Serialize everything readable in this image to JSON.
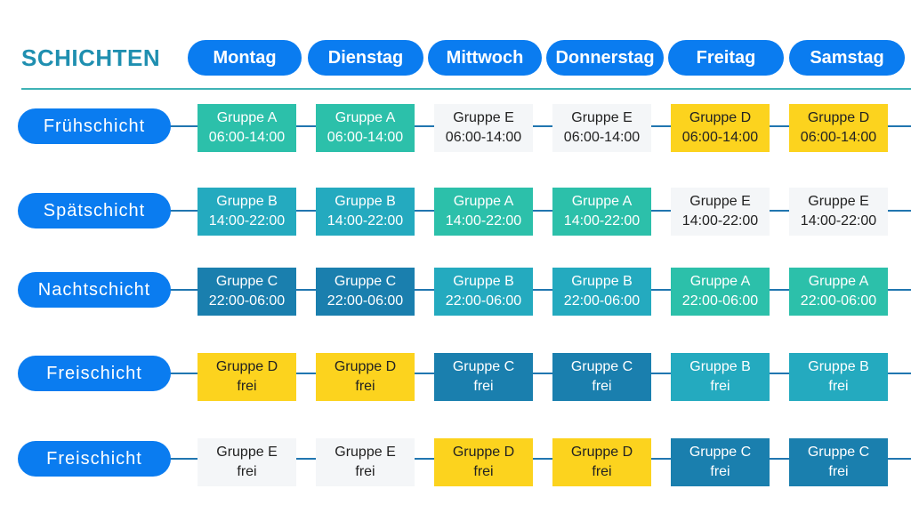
{
  "title": "SCHICHTEN",
  "days": [
    "Montag",
    "Dienstag",
    "Mittwoch",
    "Donnerstag",
    "Freitag",
    "Samstag"
  ],
  "rows": [
    {
      "label": "Frühschicht",
      "cells": [
        {
          "group": "Gruppe A",
          "time": "06:00-14:00"
        },
        {
          "group": "Gruppe A",
          "time": "06:00-14:00"
        },
        {
          "group": "Gruppe E",
          "time": "06:00-14:00"
        },
        {
          "group": "Gruppe E",
          "time": "06:00-14:00"
        },
        {
          "group": "Gruppe D",
          "time": "06:00-14:00"
        },
        {
          "group": "Gruppe D",
          "time": "06:00-14:00"
        }
      ]
    },
    {
      "label": "Spätschicht",
      "cells": [
        {
          "group": "Gruppe B",
          "time": "14:00-22:00"
        },
        {
          "group": "Gruppe B",
          "time": "14:00-22:00"
        },
        {
          "group": "Gruppe A",
          "time": "14:00-22:00"
        },
        {
          "group": "Gruppe A",
          "time": "14:00-22:00"
        },
        {
          "group": "Gruppe E",
          "time": "14:00-22:00"
        },
        {
          "group": "Gruppe E",
          "time": "14:00-22:00"
        }
      ]
    },
    {
      "label": "Nachtschicht",
      "cells": [
        {
          "group": "Gruppe C",
          "time": "22:00-06:00"
        },
        {
          "group": "Gruppe C",
          "time": "22:00-06:00"
        },
        {
          "group": "Gruppe B",
          "time": "22:00-06:00"
        },
        {
          "group": "Gruppe B",
          "time": "22:00-06:00"
        },
        {
          "group": "Gruppe A",
          "time": "22:00-06:00"
        },
        {
          "group": "Gruppe A",
          "time": "22:00-06:00"
        }
      ]
    },
    {
      "label": "Freischicht",
      "cells": [
        {
          "group": "Gruppe D",
          "time": "frei"
        },
        {
          "group": "Gruppe D",
          "time": "frei"
        },
        {
          "group": "Gruppe C",
          "time": "frei"
        },
        {
          "group": "Gruppe C",
          "time": "frei"
        },
        {
          "group": "Gruppe B",
          "time": "frei"
        },
        {
          "group": "Gruppe B",
          "time": "frei"
        }
      ]
    },
    {
      "label": "Freischicht",
      "cells": [
        {
          "group": "Gruppe E",
          "time": "frei"
        },
        {
          "group": "Gruppe E",
          "time": "frei"
        },
        {
          "group": "Gruppe D",
          "time": "frei"
        },
        {
          "group": "Gruppe D",
          "time": "frei"
        },
        {
          "group": "Gruppe C",
          "time": "frei"
        },
        {
          "group": "Gruppe C",
          "time": "frei"
        }
      ]
    }
  ],
  "colors": {
    "pill_blue": "#0a7cf0",
    "title_teal": "#1f8fb0",
    "group_a": "#2cc0aa",
    "group_b": "#24aabf",
    "group_c": "#1a7fae",
    "group_d": "#fcd31e",
    "group_e": "#f4f6f8"
  }
}
